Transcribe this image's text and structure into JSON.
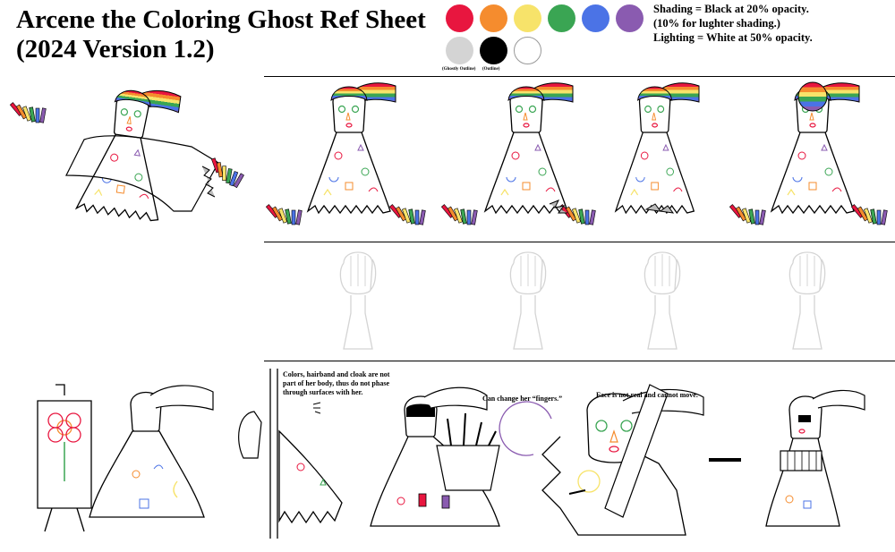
{
  "header": {
    "title_line1": "Arcene the Coloring Ghost Ref Sheet",
    "title_line2": "(2024 Version 1.2)"
  },
  "palette": {
    "colors": [
      "#e8163f",
      "#f58c2e",
      "#f7e36a",
      "#3aa553",
      "#4b73e6",
      "#8a5bb0"
    ],
    "ghostly_outline_color": "#d4d4d4",
    "outline_color": "#000000",
    "fill_color": "#ffffff",
    "ghostly_outline_label": "(Ghostly Outline)",
    "outline_label": "(Outline)"
  },
  "notes": {
    "shading": "Shading = Black at 20% opacity.",
    "lighter": "(10% for lughter shading.)",
    "lighting": "Lighting = White at 50% opacity."
  },
  "annotations": {
    "phasing": "Colors, hairband and cloak are not part of her body, thus do not phase through surfaces with her.",
    "fingers": "Can change her “fingers.”",
    "face": "Face is not real and cannot move."
  }
}
